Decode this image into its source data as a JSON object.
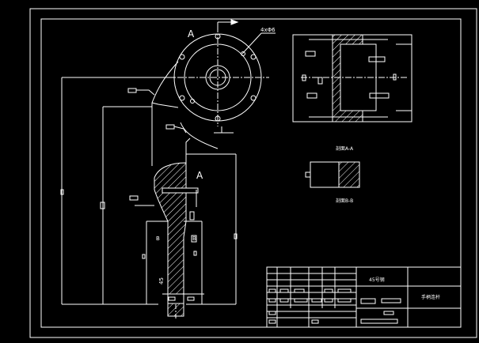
{
  "drawing": {
    "labels": {
      "view_a_left": "A",
      "view_a_right": "A",
      "hole_callout": "4xΦ6",
      "section_a_title": "剖面A-A",
      "section_b_title": "剖面B-B",
      "section_b_mark_left": "B",
      "section_b_mark_right": "B",
      "dim_vertical": "45"
    },
    "title_block": {
      "material": "45号钢",
      "part_name": "手柄连杆"
    }
  }
}
